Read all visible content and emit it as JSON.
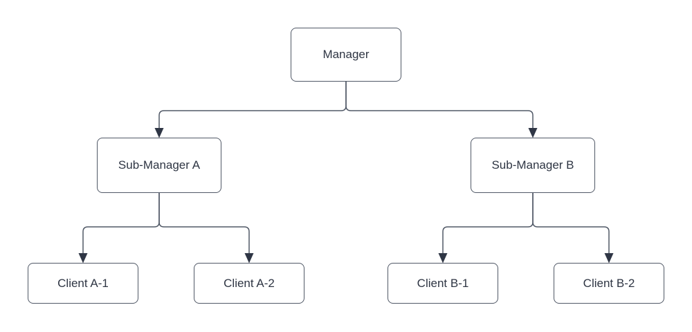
{
  "diagram": {
    "type": "org-chart",
    "nodes": {
      "manager": {
        "label": "Manager"
      },
      "sub_a": {
        "label": "Sub-Manager A"
      },
      "sub_b": {
        "label": "Sub-Manager B"
      },
      "client_a1": {
        "label": "Client A-1"
      },
      "client_a2": {
        "label": "Client A-2"
      },
      "client_b1": {
        "label": "Client B-1"
      },
      "client_b2": {
        "label": "Client B-2"
      }
    },
    "edges": [
      {
        "from": "Manager",
        "to": "Sub-Manager A",
        "arrow": "filled-triangle"
      },
      {
        "from": "Manager",
        "to": "Sub-Manager B",
        "arrow": "filled-triangle"
      },
      {
        "from": "Sub-Manager A",
        "to": "Client A-1",
        "arrow": "filled-triangle"
      },
      {
        "from": "Sub-Manager A",
        "to": "Client A-2",
        "arrow": "filled-triangle"
      },
      {
        "from": "Sub-Manager B",
        "to": "Client B-1",
        "arrow": "filled-triangle"
      },
      {
        "from": "Sub-Manager B",
        "to": "Client B-2",
        "arrow": "filled-triangle"
      }
    ]
  },
  "colors": {
    "background": "#ffffff",
    "line": "#505866",
    "arrow": "#2f3645",
    "node-border": "#505866",
    "node-fill": "#ffffff",
    "text": "#2e3543"
  }
}
